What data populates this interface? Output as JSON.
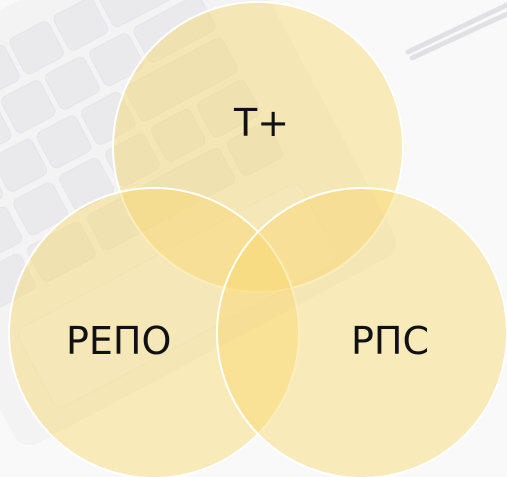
{
  "venn": {
    "circles": [
      {
        "id": "top",
        "label": "Т+"
      },
      {
        "id": "left",
        "label": "РЕПО"
      },
      {
        "id": "right",
        "label": "РПС"
      }
    ],
    "fill_color": "#f9d66a",
    "outline_color": "#ffffff"
  },
  "background": {
    "icon": "keyboard-and-pen-photo"
  }
}
